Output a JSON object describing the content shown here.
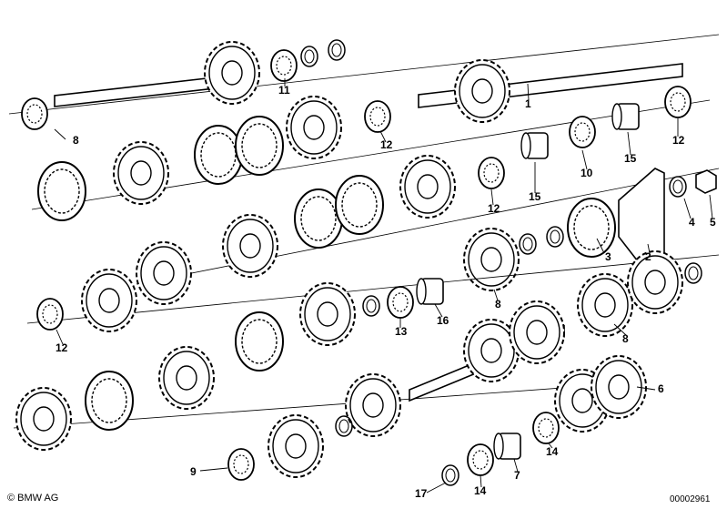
{
  "diagram": {
    "callouts": [
      {
        "id": "c8a",
        "text": "8"
      },
      {
        "id": "c11",
        "text": "11"
      },
      {
        "id": "c1",
        "text": "1"
      },
      {
        "id": "c12a",
        "text": "12"
      },
      {
        "id": "c12b",
        "text": "12"
      },
      {
        "id": "c15a",
        "text": "15"
      },
      {
        "id": "c10",
        "text": "10"
      },
      {
        "id": "c12c",
        "text": "12"
      },
      {
        "id": "c15b",
        "text": "15"
      },
      {
        "id": "c3",
        "text": "3"
      },
      {
        "id": "c2",
        "text": "2"
      },
      {
        "id": "c4",
        "text": "4"
      },
      {
        "id": "c5",
        "text": "5"
      },
      {
        "id": "c8b",
        "text": "8"
      },
      {
        "id": "c12d",
        "text": "12"
      },
      {
        "id": "c13",
        "text": "13"
      },
      {
        "id": "c16",
        "text": "16"
      },
      {
        "id": "c8c",
        "text": "8"
      },
      {
        "id": "c6",
        "text": "6"
      },
      {
        "id": "c14a",
        "text": "14"
      },
      {
        "id": "c14b",
        "text": "14"
      },
      {
        "id": "c7",
        "text": "7"
      },
      {
        "id": "c9",
        "text": "9"
      },
      {
        "id": "c17",
        "text": "17"
      }
    ],
    "footer": {
      "brand": "BMW AG",
      "logo_icon": "copyright-icon",
      "doc_number": "00002961"
    }
  }
}
